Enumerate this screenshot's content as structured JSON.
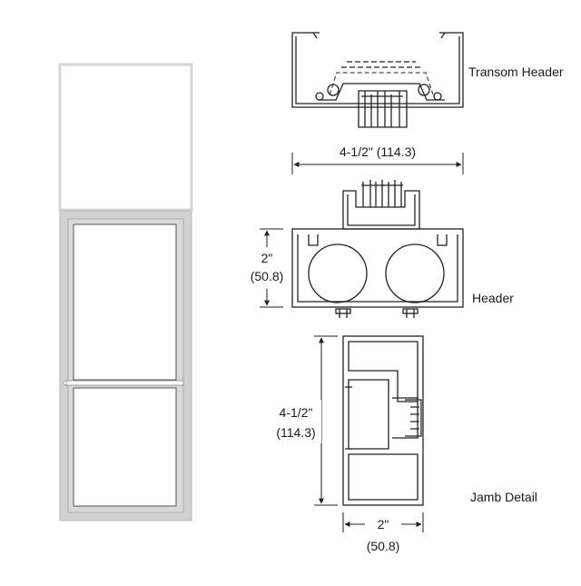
{
  "labels": {
    "transom_header": "Transom Header",
    "header": "Header",
    "jamb_detail": "Jamb Detail"
  },
  "dimensions": {
    "header_width": "4-1/2\" (114.3)",
    "header_height_in": "2\"",
    "header_height_mm": "(50.8)",
    "jamb_height_in": "4-1/2\"",
    "jamb_height_mm": "(114.3)",
    "jamb_width_in": "2\"",
    "jamb_width_mm": "(50.8)"
  },
  "colors": {
    "frame_gray": "#d2d2d2",
    "line": "#222222"
  }
}
